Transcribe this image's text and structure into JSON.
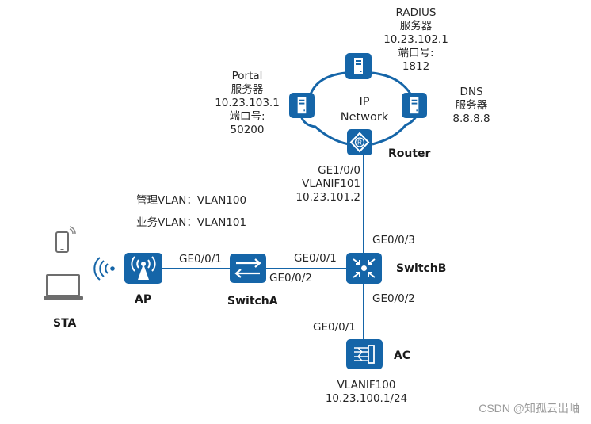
{
  "diagram": {
    "colors": {
      "accent": "#1565a8",
      "line": "#1565a8",
      "text": "#262626",
      "device_gray": "#6d6d6d"
    },
    "cloud": {
      "label_line1": "IP",
      "label_line2": "Network"
    },
    "radius": {
      "name": "RADIUS",
      "role": "服务器",
      "ip": "10.23.102.1",
      "port_label": "端口号:",
      "port": "1812"
    },
    "portal": {
      "name": "Portal",
      "role": "服务器",
      "ip": "10.23.103.1",
      "port_label": "端口号:",
      "port": "50200"
    },
    "dns": {
      "name": "DNS",
      "role": "服务器",
      "ip": "8.8.8.8"
    },
    "router": {
      "name": "Router",
      "if_port": "GE1/0/0",
      "if_vlan": "VLANIF101",
      "if_ip": "10.23.101.2"
    },
    "vlans": {
      "mgmt": "管理VLAN：VLAN100",
      "service": "业务VLAN：VLAN101"
    },
    "sta": {
      "name": "STA"
    },
    "ap": {
      "name": "AP",
      "port": "GE0/0/1"
    },
    "switch_a": {
      "name": "SwitchA",
      "port_to_b": "GE0/0/2"
    },
    "switch_b": {
      "name": "SwitchB",
      "port_to_a": "GE0/0/1",
      "port_up": "GE0/0/3",
      "port_down": "GE0/0/2"
    },
    "ac": {
      "name": "AC",
      "port": "GE0/0/1",
      "vlanif": "VLANIF100",
      "ip": "10.23.100.1/24"
    }
  },
  "watermark": "CSDN @知孤云出岫"
}
